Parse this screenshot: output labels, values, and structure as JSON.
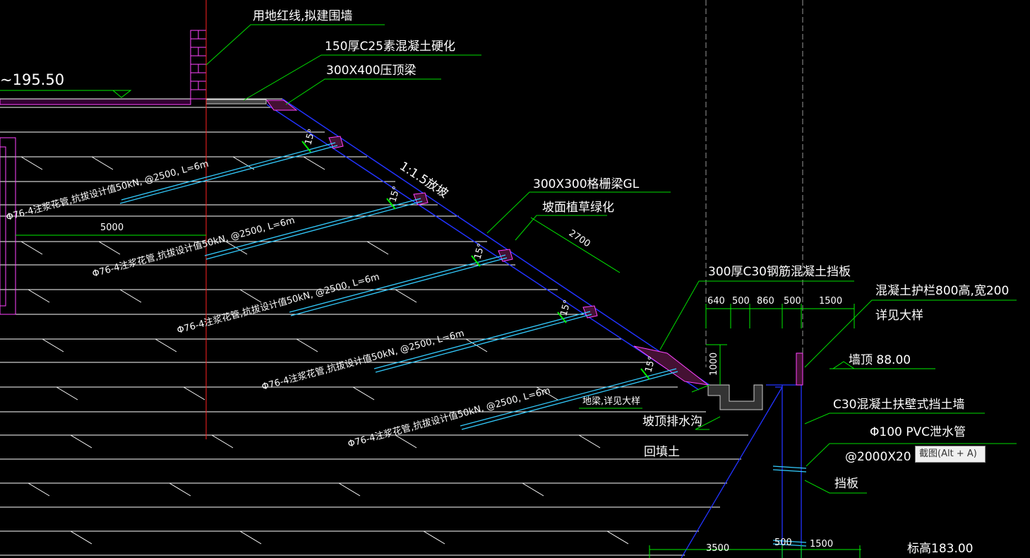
{
  "colors": {
    "background": "#000000",
    "soil_hatch": "#ffffff",
    "slope_line": "#2233ff",
    "leader_line": "#00dd00",
    "anchor_line": "#33ccff",
    "red_line": "#ff2222",
    "magenta": "#ff44ff",
    "dim_line": "#00ee00"
  },
  "labels": {
    "elevation_top": "~195.50",
    "redline_wall": "用地红线,拟建围墙",
    "concrete_harden": "150厚C25素混凝土硬化",
    "top_beam": "300X400压顶梁",
    "slope_ratio": "1:1.5放坡",
    "lattice_beam": "300X300格栅梁GL",
    "slope_green": "坡面植草绿化",
    "retaining_plate": "300厚C30钢筋混凝土挡板",
    "guardrail": "混凝土护栏800高,宽200",
    "guardrail_detail": "详见大样",
    "wall_top": "墙顶 88.00",
    "retaining_wall": "C30混凝土扶壁式挡土墙",
    "drain_pipe": "Φ100 PVC泄水管",
    "drain_spacing": "@2000X20",
    "ground_beam": "地梁,详见大样",
    "slope_toe_ditch": "坡顶排水沟",
    "backfill": "回填土",
    "baffle": "挡板",
    "bottom_elev": "标高183.00"
  },
  "anchors": [
    {
      "id": "a1",
      "text": "Φ76-4注浆花管,抗拔设计值50kN, @2500, L=6m"
    },
    {
      "id": "a2",
      "text": "Φ76-4注浆花管,抗拔设计值50kN, @2500, L=6m"
    },
    {
      "id": "a3",
      "text": "Φ76-4注浆花管,抗拔设计值50kN, @2500, L=6m"
    },
    {
      "id": "a4",
      "text": "Φ76-4注浆花管,抗拔设计值50kN, @2500, L=6m"
    },
    {
      "id": "a5",
      "text": "Φ76-4注浆花管,抗拔设计值50kN, @2500, L=6m"
    }
  ],
  "anchor_angle": "15°",
  "dims": {
    "left_5000": "5000",
    "slope_2700": "2700",
    "d640": "640",
    "d500a": "500",
    "d860": "860",
    "d500b": "500",
    "d1500a": "1500",
    "d1000": "1000",
    "d3500": "3500",
    "d500c": "500",
    "d1500b": "1500"
  },
  "tooltip": "截图(Alt + A)"
}
